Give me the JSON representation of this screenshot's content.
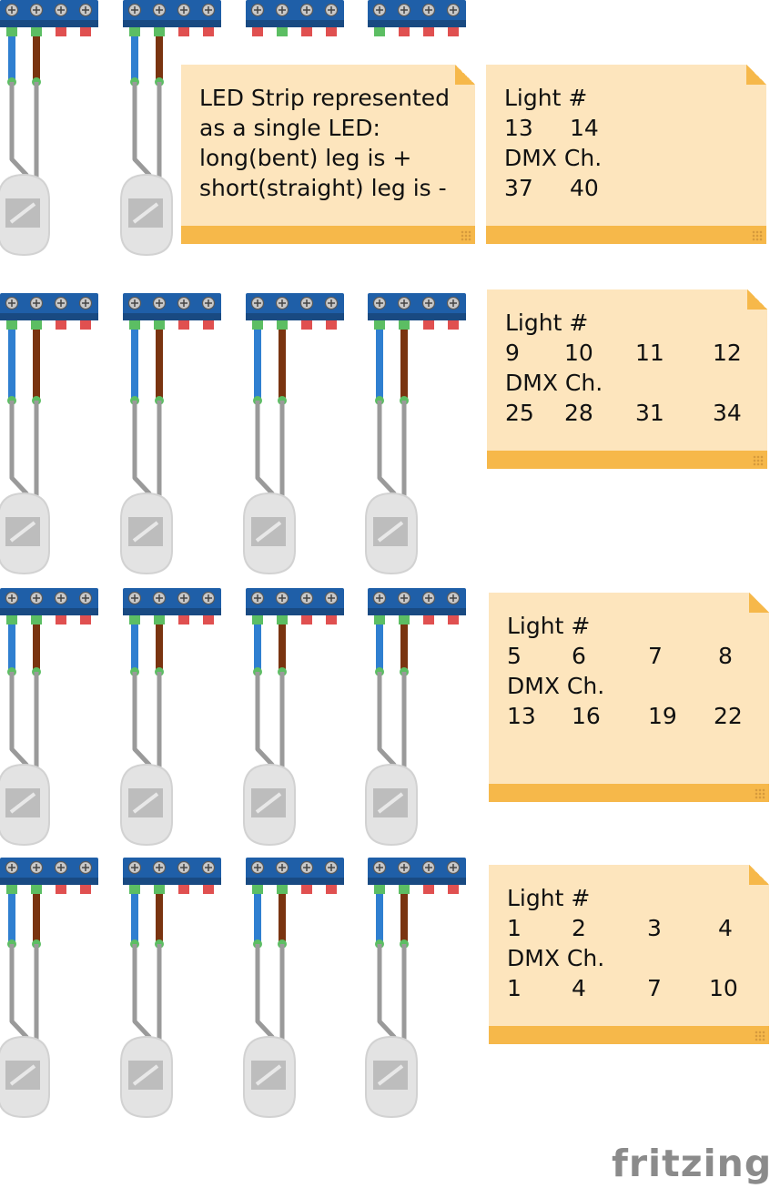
{
  "legend_note": {
    "lines": [
      "LED Strip represented",
      "as a single LED:",
      "long(bent) leg is +",
      "short(straight) leg is -"
    ]
  },
  "notes": [
    {
      "title": "Light #",
      "lights": [
        "13",
        "14"
      ],
      "dmx_label": "DMX Ch.",
      "channels": [
        "37",
        "40"
      ]
    },
    {
      "title": "Light #",
      "lights": [
        "9",
        "10",
        "11",
        "12"
      ],
      "dmx_label": "DMX Ch.",
      "channels": [
        "25",
        "28",
        "31",
        "34"
      ]
    },
    {
      "title": "Light #",
      "lights": [
        "5",
        "6",
        "7",
        "8"
      ],
      "dmx_label": "DMX Ch.",
      "channels": [
        "13",
        "16",
        "19",
        "22"
      ]
    },
    {
      "title": "Light #",
      "lights": [
        "1",
        "2",
        "3",
        "4"
      ],
      "dmx_label": "DMX Ch.",
      "channels": [
        "1",
        "4",
        "7",
        "10"
      ]
    }
  ],
  "colors": {
    "terminal_body": "#1f5fa8",
    "terminal_dark": "#194a82",
    "wire_blue": "#2f7fd0",
    "wire_brown": "#7a3410",
    "lead_gray": "#9a9a9a",
    "led_body": "#e3e3e3",
    "pin_green": "#5cbe63",
    "pin_red": "#e05050",
    "note_bg": "#fde5bd",
    "note_accent": "#f6b84a",
    "logo": "#8b8b8b"
  },
  "logo": {
    "text": "fritzing"
  }
}
